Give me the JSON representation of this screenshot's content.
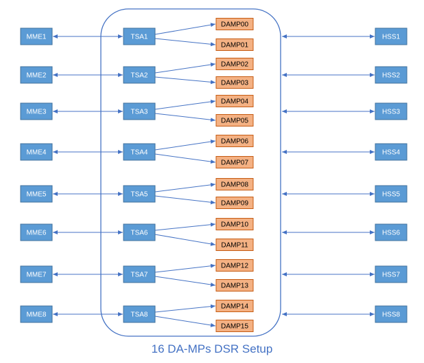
{
  "caption": "16 DA-MPs DSR Setup",
  "colors": {
    "blue_fill": "#5b9bd5",
    "blue_stroke": "#41719c",
    "orange_fill": "#f4b183",
    "orange_stroke": "#c55a11",
    "line": "#4472c4",
    "caption": "#4472c4",
    "white_text": "#ffffff",
    "dark_text": "#000000"
  },
  "mme_nodes": [
    "MME1",
    "MME2",
    "MME3",
    "MME4",
    "MME5",
    "MME6",
    "MME7",
    "MME8"
  ],
  "tsa_nodes": [
    "TSA1",
    "TSA2",
    "TSA3",
    "TSA4",
    "TSA5",
    "TSA6",
    "TSA7",
    "TSA8"
  ],
  "hss_nodes": [
    "HSS1",
    "HSS2",
    "HSS3",
    "HSS4",
    "HSS5",
    "HSS6",
    "HSS7",
    "HSS8"
  ],
  "damp_nodes": [
    "DAMP00",
    "DAMP01",
    "DAMP02",
    "DAMP03",
    "DAMP04",
    "DAMP05",
    "DAMP06",
    "DAMP07",
    "DAMP08",
    "DAMP09",
    "DAMP10",
    "DAMP11",
    "DAMP12",
    "DAMP13",
    "DAMP14",
    "DAMP15"
  ]
}
